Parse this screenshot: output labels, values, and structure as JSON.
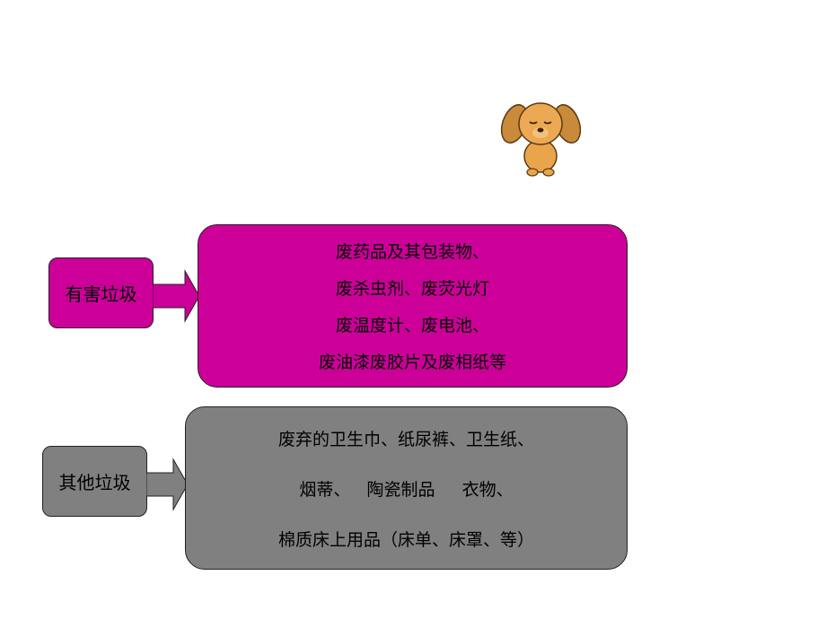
{
  "colors": {
    "hazardous": "#cc0099",
    "other": "#808080"
  },
  "mascot": {
    "icon": "puppy-icon"
  },
  "hazardous": {
    "label": "有害垃圾",
    "lines": [
      "废药品及其包装物、",
      "废杀虫剂、废荧光灯",
      "废温度计、废电池、",
      "废油漆废胶片及废相纸等"
    ]
  },
  "other": {
    "label": "其他垃圾",
    "lines": [
      "废弃的卫生巾、纸尿裤、卫生纸、",
      "烟蒂、   陶瓷制品     衣物、",
      "棉质床上用品（床单、床罩、等）"
    ]
  }
}
